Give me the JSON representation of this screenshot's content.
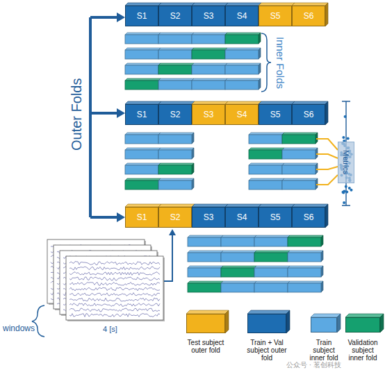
{
  "diagram": {
    "nodes": [
      {
        "text": [
          "S1"
        ]
      },
      {
        "text": [
          "S2"
        ]
      },
      {
        "text": [
          "S3"
        ]
      },
      {
        "text": [
          "S4"
        ]
      },
      {
        "text": [
          "S5"
        ]
      },
      {
        "text": [
          "S6"
        ]
      },
      {
        "text": [
          "S1"
        ]
      },
      {
        "text": [
          "S2"
        ]
      },
      {
        "text": [
          "S3"
        ]
      },
      {
        "text": [
          "S4"
        ]
      },
      {
        "text": [
          "S5"
        ]
      },
      {
        "text": [
          "S6"
        ]
      },
      {
        "text": [
          "Metrics"
        ]
      },
      {
        "text": [
          "S1"
        ]
      },
      {
        "text": [
          "S2"
        ]
      },
      {
        "text": [
          "S3"
        ]
      },
      {
        "text": [
          "S4"
        ]
      },
      {
        "text": [
          "S5"
        ]
      },
      {
        "text": [
          "S6"
        ]
      }
    ],
    "labels": [
      "Outer Folds",
      "Inner Folds",
      "windows",
      "4 [s]",
      "公众号 · 茗创科技"
    ],
    "legend": [
      {
        "text": "Test subject outer fold",
        "color": "#F2B21C"
      },
      {
        "text": "Train + Val subject outer fold",
        "color": "#1D6DB2"
      },
      {
        "text": "Train subject inner fold",
        "color": "#5CA9E2"
      },
      {
        "text": "Validation subject inner fold",
        "color": "#15A06F"
      }
    ]
  }
}
